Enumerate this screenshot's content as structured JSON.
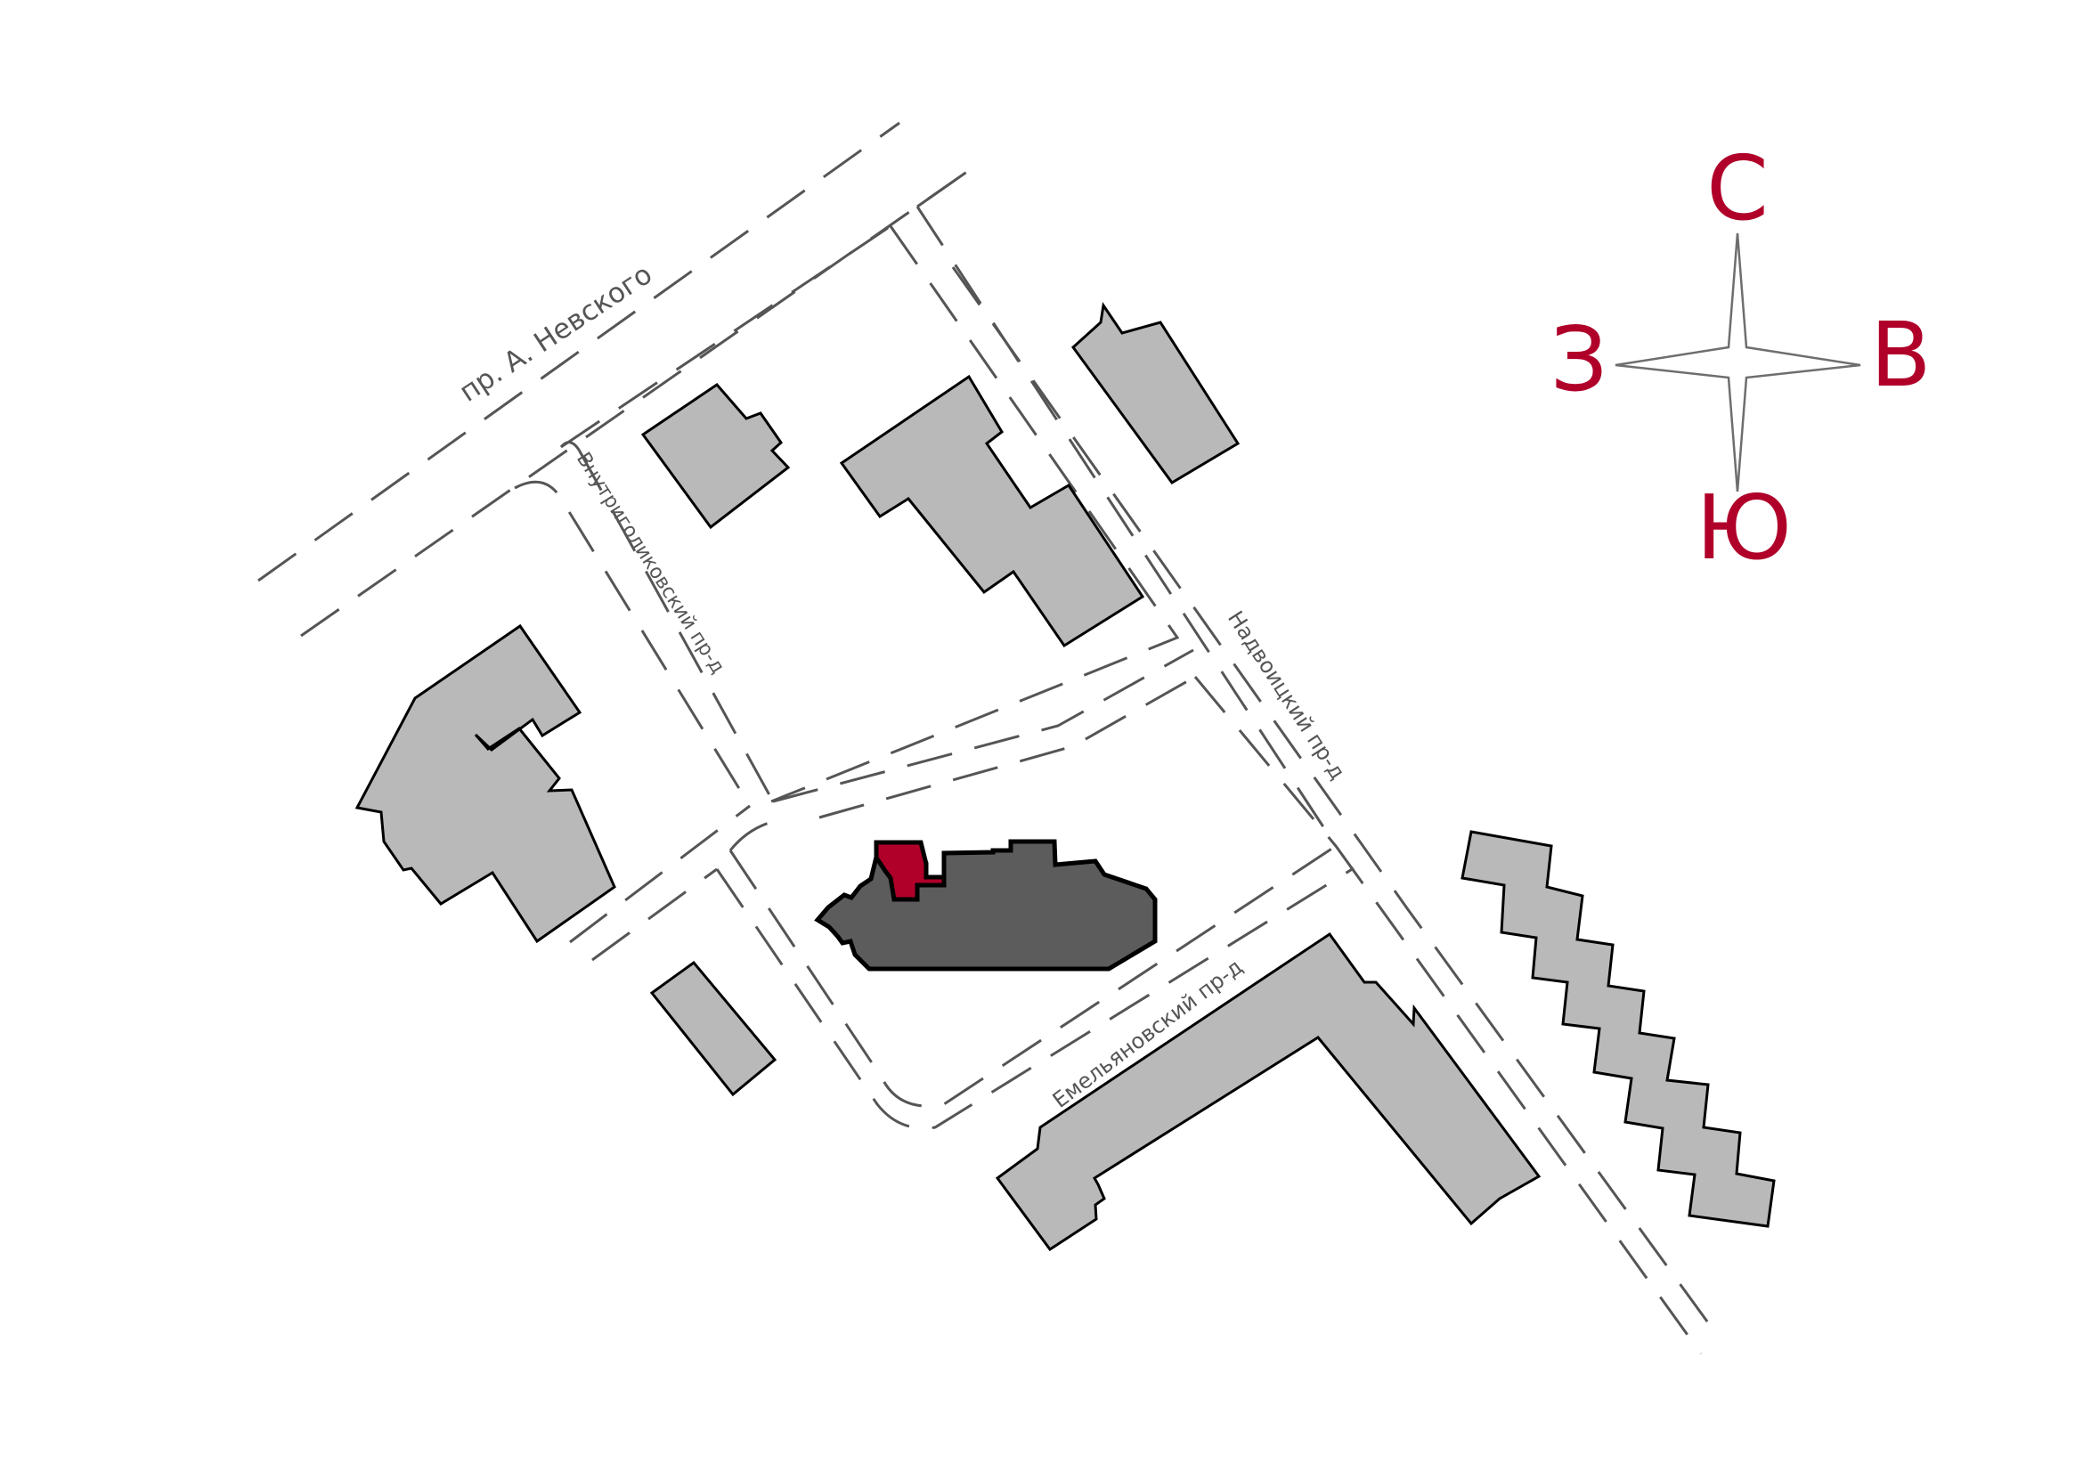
{
  "streets": {
    "nevsky": "пр. А. Невского",
    "vnutrigolikovsky": "Внутриголиковский пр-д",
    "nadvoitsky": "Надвоицкий пр-д",
    "emelyanovsky": "Емельяновский пр-д"
  },
  "compass": {
    "north": "С",
    "east": "В",
    "south": "Ю",
    "west": "З",
    "color": "#b0002a"
  },
  "colors": {
    "building": "#b9b9b9",
    "target_building": "#5c5c5c",
    "highlight_section": "#b0002a",
    "road_line": "#555555"
  }
}
